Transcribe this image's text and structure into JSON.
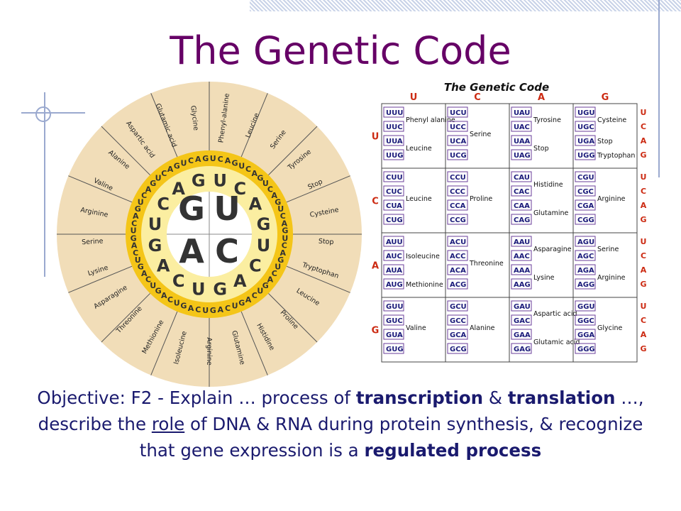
{
  "slide": {
    "title": "The Genetic Code",
    "objective": {
      "part1": "Objective: F2 - Explain … process of ",
      "transcription": "transcription",
      "part2": " & ",
      "translation": "translation",
      "part3": " …, describe the ",
      "role": "role",
      "part4": " of DNA & RNA during protein synthesis, & recognize that gene expression is a ",
      "regulated": "regulated process"
    }
  },
  "wheel": {
    "center": [
      "G",
      "U",
      "A",
      "C"
    ],
    "ring2": [
      "U",
      "C",
      "A",
      "G",
      "U",
      "C",
      "A",
      "G",
      "U",
      "C",
      "A",
      "G",
      "U",
      "C",
      "A",
      "G"
    ],
    "ring3": "UCAGUCAGUCAGUCAGUCAGUCAGUCAGUCAGUCAGUCAGUCAGUCAGUCAGUCAGUCAGUCAG",
    "amino_acids": [
      "Phenyl-alanine",
      "Leucine",
      "Serine",
      "Tyrosine",
      "Stop",
      "Cysteine",
      "Stop",
      "Tryptophan",
      "Leucine",
      "Proline",
      "Histidine",
      "Glutamine",
      "Arginine",
      "Isoleucine",
      "Methionine",
      "Threonine",
      "Asparagine",
      "Lysine",
      "Serine",
      "Arginine",
      "Valine",
      "Alanine",
      "Aspartic acid",
      "Glutamic acid",
      "Glycine"
    ]
  },
  "codon_table": {
    "title": "The Genetic Code",
    "columns": [
      "U",
      "C",
      "A",
      "G"
    ],
    "rows": [
      {
        "first": "U",
        "cells": [
          [
            [
              "UUU",
              "UUC"
            ],
            "Phenyl alanine",
            [
              "UUA",
              "UUG"
            ],
            "Leucine"
          ],
          [
            [
              "UCU",
              "UCC",
              "UCA",
              "UCG"
            ],
            "Serine"
          ],
          [
            [
              "UAU",
              "UAC"
            ],
            "Tyrosine",
            [
              "UAA",
              "UAG"
            ],
            "Stop"
          ],
          [
            [
              "UGU",
              "UGC"
            ],
            "Cysteine",
            [
              "UGA"
            ],
            "Stop",
            [
              "UGG"
            ],
            "Tryptophan"
          ]
        ]
      },
      {
        "first": "C",
        "cells": [
          [
            [
              "CUU",
              "CUC",
              "CUA",
              "CUG"
            ],
            "Leucine"
          ],
          [
            [
              "CCU",
              "CCC",
              "CCA",
              "CCG"
            ],
            "Proline"
          ],
          [
            [
              "CAU",
              "CAC"
            ],
            "Histidine",
            [
              "CAA",
              "CAG"
            ],
            "Glutamine"
          ],
          [
            [
              "CGU",
              "CGC",
              "CGA",
              "CGG"
            ],
            "Arginine"
          ]
        ]
      },
      {
        "first": "A",
        "cells": [
          [
            [
              "AUU",
              "AUC",
              "AUA"
            ],
            "Isoleucine",
            [
              "AUG"
            ],
            "Methionine"
          ],
          [
            [
              "ACU",
              "ACC",
              "ACA",
              "ACG"
            ],
            "Threonine"
          ],
          [
            [
              "AAU",
              "AAC"
            ],
            "Asparagine",
            [
              "AAA",
              "AAG"
            ],
            "Lysine"
          ],
          [
            [
              "AGU",
              "AGC"
            ],
            "Serine",
            [
              "AGA",
              "AGG"
            ],
            "Arginine"
          ]
        ]
      },
      {
        "first": "G",
        "cells": [
          [
            [
              "GUU",
              "GUC",
              "GUA",
              "GUG"
            ],
            "Valine"
          ],
          [
            [
              "GCU",
              "GCC",
              "GCA",
              "GCG"
            ],
            "Alanine"
          ],
          [
            [
              "GAU",
              "GAC"
            ],
            "Aspartic acid",
            [
              "GAA",
              "GAG"
            ],
            "Glutamic acid"
          ],
          [
            [
              "GGU",
              "GGC",
              "GGA",
              "GGG"
            ],
            "Glycine"
          ]
        ]
      }
    ],
    "third": [
      "U",
      "C",
      "A",
      "G"
    ]
  }
}
